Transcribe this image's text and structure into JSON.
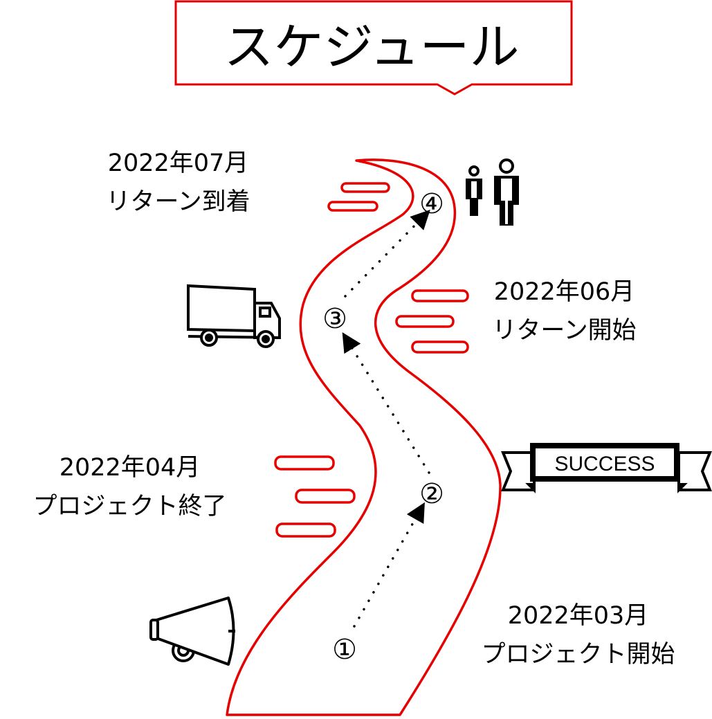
{
  "title": "スケジュール",
  "banner_text": "SUCCESS",
  "colors": {
    "road": "#e60000",
    "title_border": "#e60000",
    "ink": "#000000"
  },
  "milestones": [
    {
      "step": "①",
      "date": "2022年03月",
      "event": "プロジェクト開始"
    },
    {
      "step": "②",
      "date": "2022年04月",
      "event": "プロジェクト終了"
    },
    {
      "step": "③",
      "date": "2022年06月",
      "event": "リターン開始"
    },
    {
      "step": "④",
      "date": "2022年07月",
      "event": "リターン到着"
    }
  ],
  "icons": [
    "megaphone-icon",
    "success-ribbon-icon",
    "truck-icon",
    "people-icon"
  ]
}
